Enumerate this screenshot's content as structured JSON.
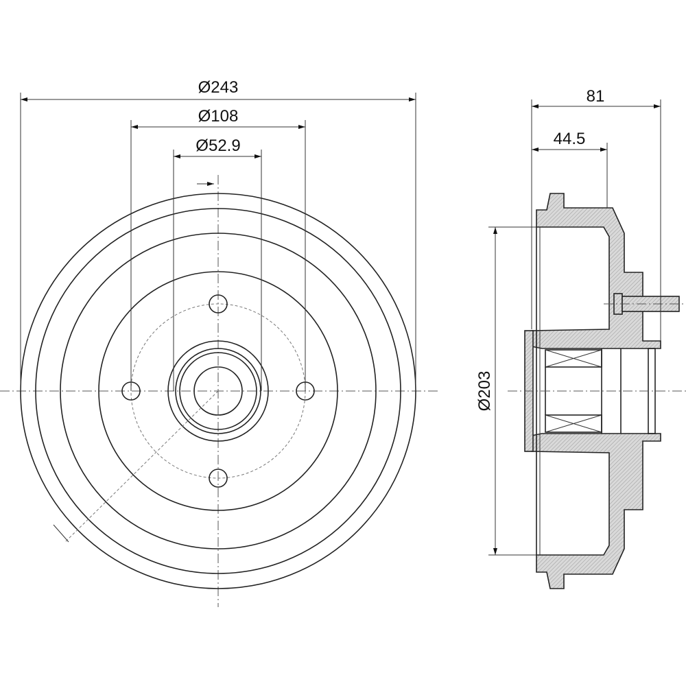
{
  "front_view": {
    "dim_outer": "Ø243",
    "dim_bolt_circle": "Ø108",
    "dim_center_bore": "Ø52.9"
  },
  "side_view": {
    "dim_total_height": "81",
    "dim_hub_offset": "44.5",
    "dim_drum_inner": "Ø203"
  },
  "colors": {
    "line": "#222222",
    "hatch_fill": "#d9d9d9"
  }
}
